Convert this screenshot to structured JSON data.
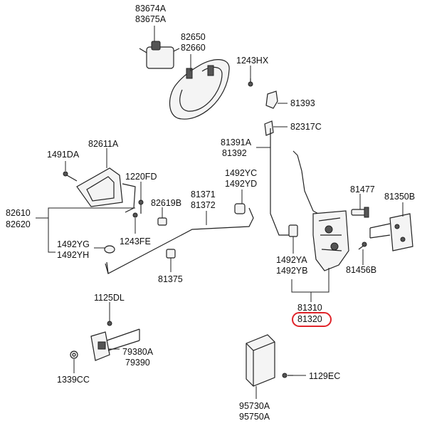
{
  "labels": {
    "p83674a": "83674A",
    "p83675a": "83675A",
    "p82650": "82650",
    "p82660": "82660",
    "p1243hx": "1243HX",
    "p81393": "81393",
    "p82317c": "82317C",
    "p81391a": "81391A",
    "p81392": "81392",
    "p1491da": "1491DA",
    "p82611a": "82611A",
    "p1220fd": "1220FD",
    "p1492yc": "1492YC",
    "p1492yd": "1492YD",
    "p81477": "81477",
    "p81350b": "81350B",
    "p82619b": "82619B",
    "p81371": "81371",
    "p81372": "81372",
    "p82610": "82610",
    "p82620": "82620",
    "p1243fe": "1243FE",
    "p1492yg": "1492YG",
    "p1492yh": "1492YH",
    "p81375": "81375",
    "p1492ya": "1492YA",
    "p1492yb": "1492YB",
    "p81456b": "81456B",
    "p81310": "81310",
    "p81320": "81320",
    "p1125dl": "1125DL",
    "p79380a": "79380A",
    "p79390": "79390",
    "p1339cc": "1339CC",
    "p1129ec": "1129EC",
    "p95730a": "95730A",
    "p95750a": "95750A"
  },
  "highlight": {
    "part": "81320",
    "color": "#e0242a"
  }
}
